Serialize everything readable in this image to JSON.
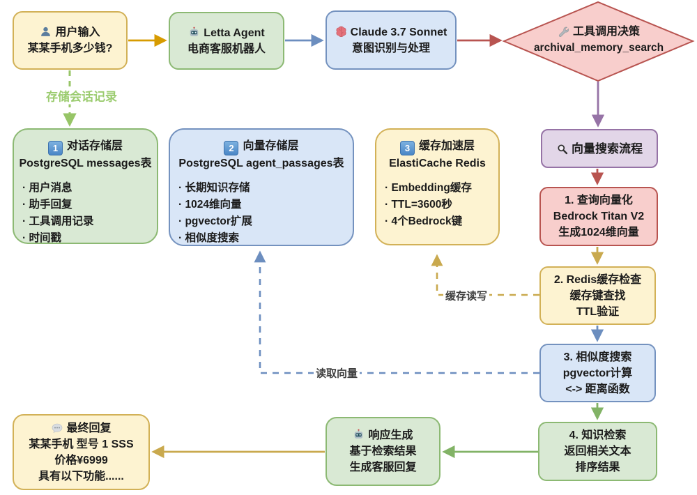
{
  "flow_top": {
    "user_input": {
      "icon": "user-icon",
      "title": "用户输入",
      "subtitle": "某某手机多少钱?"
    },
    "letta_agent": {
      "icon": "robot-icon",
      "title": "Letta Agent",
      "subtitle": "电商客服机器人"
    },
    "claude": {
      "icon": "brain-icon",
      "title": "Claude 3.7 Sonnet",
      "subtitle": "意图识别与处理"
    },
    "tool_decision": {
      "icon": "wrench-icon",
      "title": "工具调用决策",
      "subtitle": "archival_memory_search"
    }
  },
  "storage": {
    "conversation": {
      "badge": "1",
      "title": "对话存储层",
      "subtitle": "PostgreSQL messages表",
      "items": [
        "用户消息",
        "助手回复",
        "工具调用记录",
        "时间戳"
      ]
    },
    "vector": {
      "badge": "2",
      "title": "向量存储层",
      "subtitle": "PostgreSQL agent_passages表",
      "items": [
        "长期知识存储",
        "1024维向量",
        "pgvector扩展",
        "相似度搜索"
      ]
    },
    "cache": {
      "badge": "3",
      "title": "缓存加速层",
      "subtitle": "ElastiCache Redis",
      "items": [
        "Embedding缓存",
        "TTL=3600秒",
        "4个Bedrock键"
      ]
    }
  },
  "vector_flow": {
    "header": {
      "icon": "search-icon",
      "title": "向量搜索流程"
    },
    "step1": {
      "lines": [
        "1. 查询向量化",
        "Bedrock Titan V2",
        "生成1024维向量"
      ]
    },
    "step2": {
      "lines": [
        "2. Redis缓存检查",
        "缓存键查找",
        "TTL验证"
      ]
    },
    "step3": {
      "lines": [
        "3. 相似度搜索",
        "pgvector计算",
        "<-> 距离函数"
      ]
    },
    "step4": {
      "lines": [
        "4. 知识检索",
        "返回相关文本",
        "排序结果"
      ]
    }
  },
  "response": {
    "generation": {
      "icon": "robot-icon",
      "lines": [
        "响应生成",
        "基于检索结果",
        "生成客服回复"
      ]
    },
    "final": {
      "icon": "speech-icon",
      "lines": [
        "最终回复",
        "某某手机 型号 1 SSS",
        "价格¥6999",
        "具有以下功能......"
      ]
    }
  },
  "edge_labels": {
    "store_session": "存储会话记录",
    "cache_rw": "缓存读写",
    "read_vector": "读取向量"
  },
  "palette": {
    "yellow_fill": "#fdf3d1",
    "yellow_border": "#d2b157",
    "green_fill": "#d9e9d4",
    "green_border": "#8cb973",
    "blue_fill": "#d9e6f7",
    "blue_border": "#7492bf",
    "red_fill": "#f8cecc",
    "red_border": "#b85450",
    "purple_fill": "#e2d6e8",
    "purple_border": "#9673a6",
    "arrow_orange": "#d79b00",
    "arrow_gold": "#c9a94e",
    "arrow_blue": "#6c8ebf",
    "arrow_red": "#b85450",
    "arrow_purple": "#9673a6",
    "arrow_green": "#82b366",
    "arrow_dashed_green": "#97c567"
  }
}
